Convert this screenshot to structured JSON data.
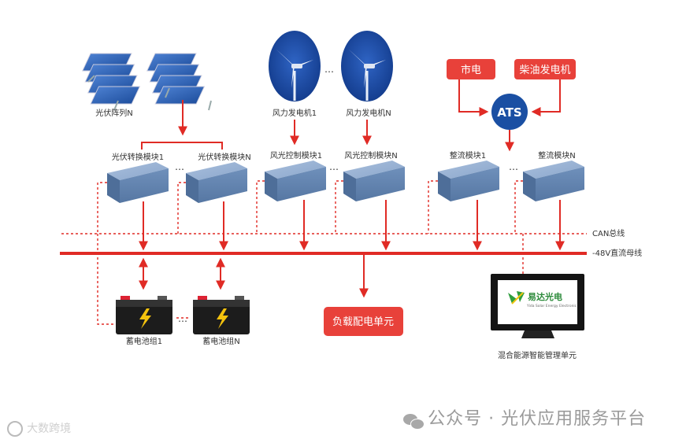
{
  "pv": {
    "array_label": "光伏阵列N",
    "module1": "光伏转换模块1",
    "moduleN": "光伏转换模块N"
  },
  "wind": {
    "gen1": "风力发电机1",
    "genN": "风力发电机N",
    "ctrl1": "风光控制模块1",
    "ctrlN": "风光控制模块N"
  },
  "grid": {
    "utility": "市电",
    "diesel": "柴油发电机",
    "ats": "ATS",
    "rect1": "整流模块1",
    "rectN": "整流模块N"
  },
  "bus": {
    "can": "CAN总线",
    "dc": "-48V直流母线"
  },
  "battery": {
    "group1": "蓄电池组1",
    "groupN": "蓄电池组N"
  },
  "load": {
    "label": "负载配电单元"
  },
  "monitor": {
    "brand": "易达光电",
    "brand_sub": "Yida Solar Energy Electronic",
    "caption": "混合能源智能管理单元"
  },
  "ellipsis": "…",
  "watermark": {
    "text": "公众号 · 光伏应用服务平台",
    "text2": "大数跨境"
  },
  "colors": {
    "accent": "#e8413a",
    "box": "#6e8fb8",
    "bus": "#e02b25"
  }
}
